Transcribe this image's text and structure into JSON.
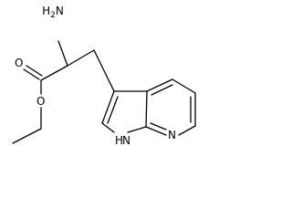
{
  "molecule": {
    "labels": {
      "amine": "NH2",
      "amine_h": "H",
      "amine_n": "N",
      "amine_sub": "2",
      "carbonyl_o": "O",
      "ester_o": "O",
      "pyrrole_nh": "H",
      "pyrrole_n": "N",
      "pyridine_n": "N"
    }
  }
}
